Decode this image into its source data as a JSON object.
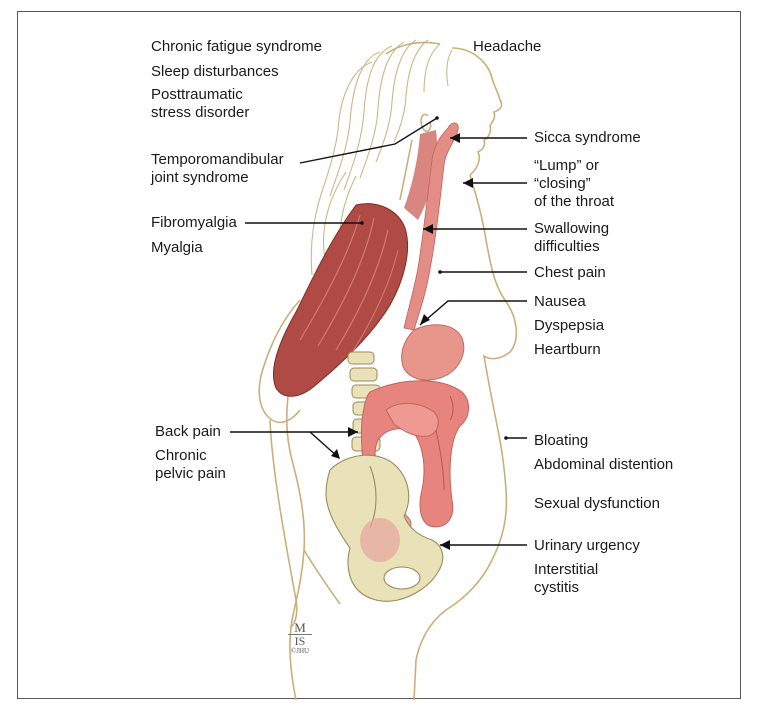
{
  "figure": {
    "labels_left": {
      "chronic_fatigue": "Chronic fatigue syndrome",
      "sleep": "Sleep disturbances",
      "ptsd": "Posttraumatic\nstress disorder",
      "tmj": "Temporomandibular\njoint syndrome",
      "fibromyalgia": "Fibromyalgia",
      "myalgia": "Myalgia",
      "back_pain": "Back pain",
      "pelvic_pain": "Chronic\npelvic pain"
    },
    "labels_right": {
      "headache": "Headache",
      "sicca": "Sicca syndrome",
      "lump": "“Lump” or\n“closing”\nof the throat",
      "swallowing": "Swallowing\ndifficulties",
      "chest_pain": "Chest pain",
      "nausea": "Nausea",
      "dyspepsia": "Dyspepsia",
      "heartburn": "Heartburn",
      "bloating": "Bloating",
      "abdominal": "Abdominal distention",
      "sexual": "Sexual dysfunction",
      "urinary": "Urinary urgency",
      "cystitis": "Interstitial\ncystitis"
    },
    "signature": {
      "monogram_top": "M",
      "monogram_bottom": "IS",
      "credit": "©JHU"
    }
  },
  "colors": {
    "outline": "#c9b07a",
    "muscle": "#b04a45",
    "gut": "#e48d86",
    "bone": "#e9e1b8",
    "leader": "#111111"
  }
}
